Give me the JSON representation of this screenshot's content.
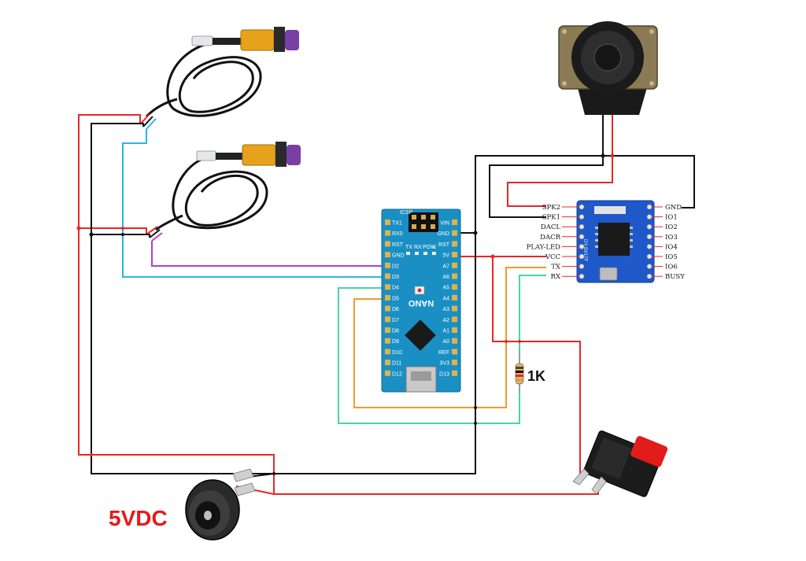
{
  "labels": {
    "resistor": "1K",
    "power": "5VDC",
    "nano_brand": "NANO",
    "icsp": "ICSP",
    "nano_small": [
      "TX",
      "RX",
      "POW",
      "L"
    ],
    "mp3_board": "DY-SV17F"
  },
  "nano": {
    "left_pins": [
      "TX1",
      "RX0",
      "RST",
      "GND",
      "D2",
      "D3",
      "D4",
      "D5",
      "D6",
      "D7",
      "D8",
      "D9",
      "D10",
      "D11",
      "D12"
    ],
    "right_pins": [
      "VIN",
      "GND",
      "RST",
      "5V",
      "A7",
      "A6",
      "A5",
      "A4",
      "A3",
      "A2",
      "A1",
      "A0",
      "REF",
      "3V3",
      "D13"
    ]
  },
  "mp3": {
    "left_pins": [
      "SPK2",
      "SPK1",
      "DACL",
      "DACR",
      "PLAY-LED",
      "VCC",
      "TX",
      "RX"
    ],
    "right_pins": [
      "GND",
      "IO1",
      "IO2",
      "IO3",
      "IO4",
      "IO5",
      "IO6",
      "BUSY"
    ]
  },
  "colors": {
    "red": "#e8262a",
    "black": "#111111",
    "cyan": "#29b6e6",
    "purple": "#b13fd8",
    "orange": "#f39a2a",
    "teal": "#47d6a5",
    "nano_blue": "#1a8fc4",
    "mp3_blue": "#1e58c9",
    "sensor_orange": "#e7a21c",
    "label_red": "#e21b1b"
  }
}
